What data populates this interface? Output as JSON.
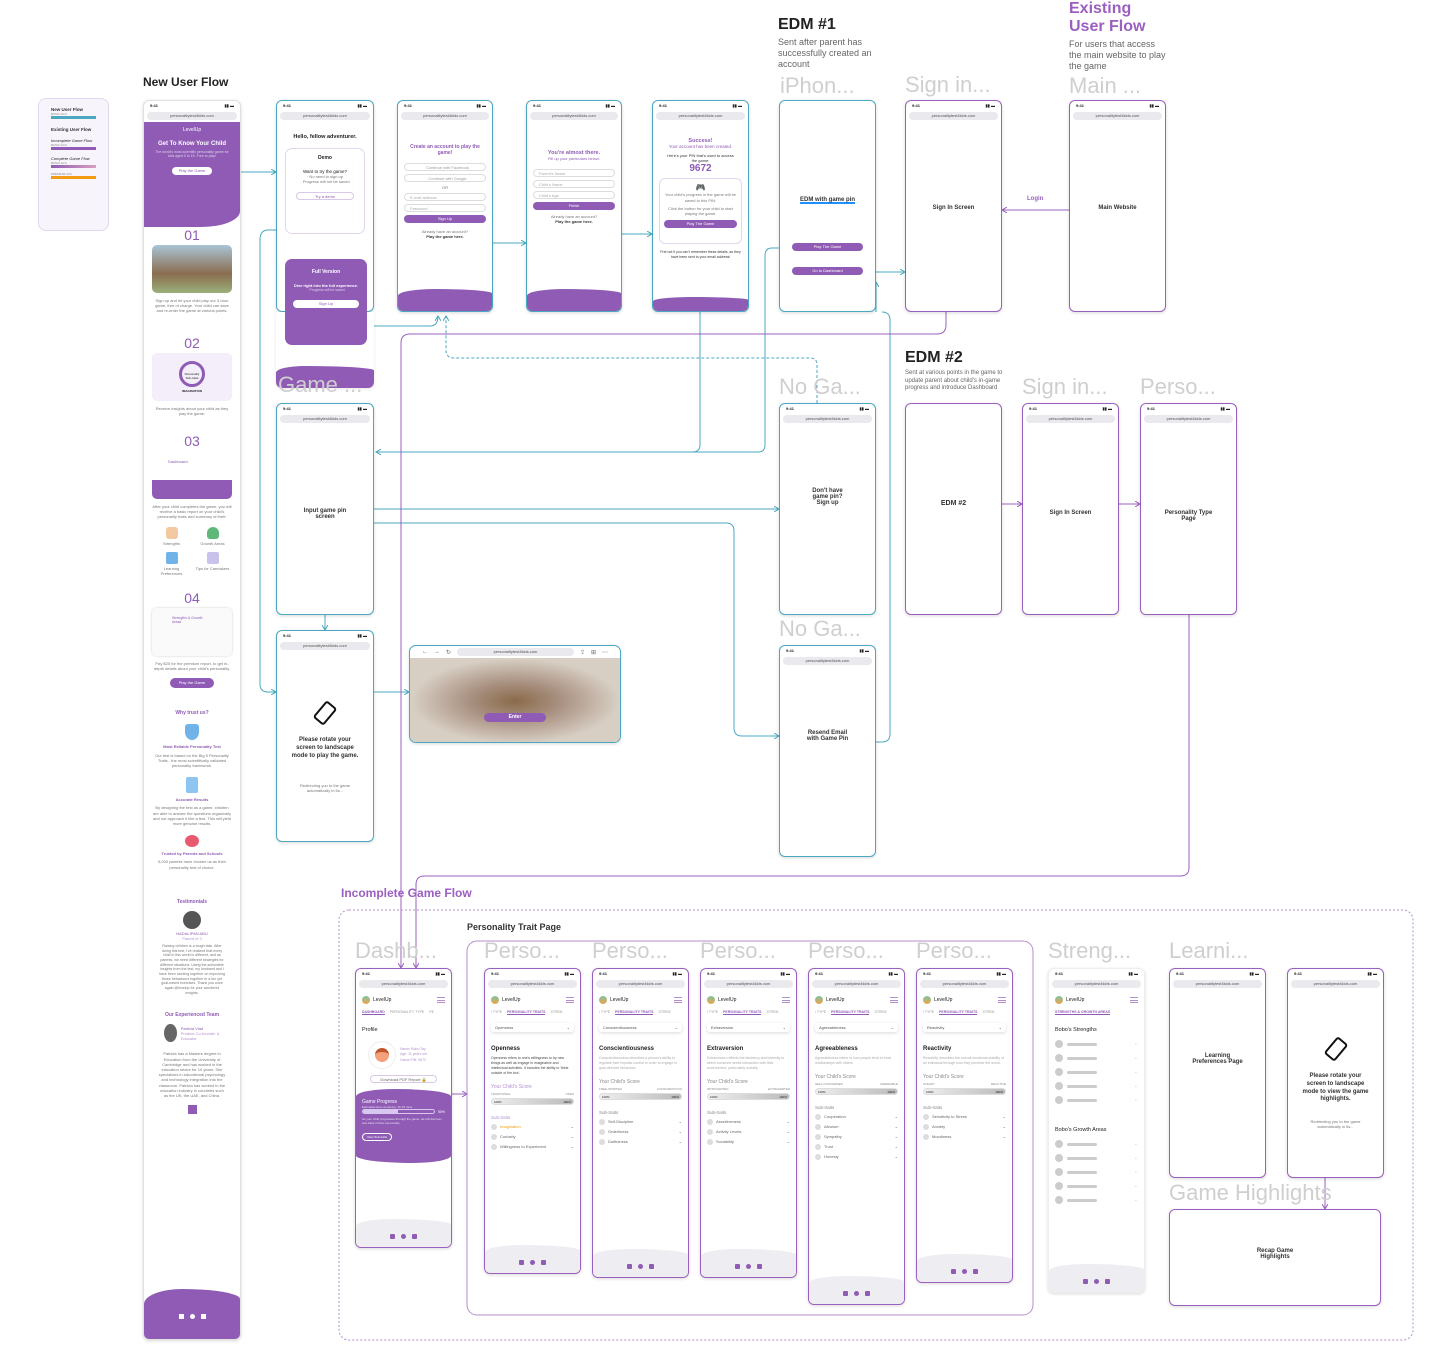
{
  "url": "personalitytest4kids.com",
  "time": "9:41",
  "legend": {
    "items": [
      {
        "label": "New User Flow",
        "sub": "BASIC ACC",
        "color": "#4aa8c0"
      },
      {
        "label": "Existing User Flow",
        "sub": "",
        "color": ""
      },
      {
        "label": "Incomplete Game Flow",
        "sub": "BASIC ACC",
        "color": "#8f5bb5"
      },
      {
        "label": "Complete Game Flow",
        "sub": "BASIC ACC",
        "color": "#8f5bb5"
      },
      {
        "label": "",
        "sub": "PREMIUM ACC",
        "color": "#f39c12"
      }
    ]
  },
  "sections": {
    "new_user_flow": "New User Flow",
    "edm1_title": "EDM #1",
    "edm1_desc": "Sent after parent has successfully created an account",
    "existing_title": "Existing User Flow",
    "existing_desc": "For users that access the main website to play the game",
    "edm2_title": "EDM #2",
    "edm2_desc": "Sent at various points in the game to update parent about child's in-game progress and introduce Dashboard",
    "incomplete_title": "Incomplete Game Flow",
    "trait_page": "Personality Trait Page"
  },
  "ghost_labels": {
    "game": "Game ...",
    "iphone": "iPhon...",
    "signin": "Sign in...",
    "main": "Main ...",
    "noga": "No Ga...",
    "perso": "Perso...",
    "dashb": "Dashb...",
    "streng": "Streng...",
    "learni": "Learni...",
    "highlights": "Game Highlights"
  },
  "landing": {
    "brand": "LevelUp",
    "headline": "Get To Know Your Child",
    "intro": "The world's most scientific personality game for kids aged 5 to 15. Free to play!",
    "cta": "Play the Game",
    "s1": "01",
    "t1": "Sign up and let your child play our 3-hour game, free of charge. Your child can save and re-enter the game at various points.",
    "s2": "02",
    "circle": "Personality Sub-traits",
    "imagination": "IMAGINATION",
    "t2": "Receive insights about your child as they play the game.",
    "s3": "03",
    "dash": "Dashboard",
    "t3": "After your child completes the game, you will receive a basic report on your child's personality traits and summary of their:",
    "icons": [
      "Strengths",
      "Growth Areas",
      "Learning Preferences",
      "Tips for Caretakers"
    ],
    "s4": "04",
    "sga": "Strengths & Growth Areas",
    "t4": "Pay $25 for the premium report, to get in-depth details about your child's personality.",
    "cta2": "Play the Game",
    "why": "Why trust us?",
    "w1": "Most Reliable Personality Test",
    "w1d": "Our test is based on the Big 5 Personality Traits - the most scientifically validated personality framework.",
    "w2": "Accurate Results",
    "w2d": "By designing the test as a game, children are able to answer the questions organically and not approach it like a test. This will yield more genuine results.",
    "w3": "Trusted by Parents and Schools",
    "w3d": "5,000 parents have chosen us as their personality test of choice.",
    "testimonials": "Testimonials",
    "t_name": "NADALIPAN ABU",
    "t_role": "Parent of 3",
    "t_quote": "Raising children is a tough task. After doing this test, I've realized that every child in this world is different, and as parents, we need different strategies for different situations. Using the actionable insights from the test, my husband and I have been working together on improving those behaviours together in a fun yet goal-based exercises. Thank you once again @levelup for your wonderful insights.",
    "team": "Our Experienced Team",
    "m_name": "Patricia Vlad",
    "m_role": "Product Co-founder & Educator",
    "m_bio": "Patricia has a Masters degree in Education from the University of Cambridge and has worked in the education sector for 10 years. She specialises in educational psychology and technology integration into the classroom. Patricia has worked in the education industry in countries such as the UK, the UAE, and China."
  },
  "hello": {
    "title": "Hello, fellow adventurer.",
    "demo": "Demo",
    "demo_q": "Want to try the game?",
    "demo_b1": "· No need to sign up",
    "demo_b2": "· Progress will not be saved",
    "demo_btn": "Try a demo",
    "full": "Full Version",
    "full_d": "Dive right into the full experience.",
    "full_b": "· Progress will be saved",
    "full_btn": "Sign Up"
  },
  "create": {
    "title": "Create an account to play the game!",
    "fb": "Continue with Facebook",
    "google": "Continue with Google",
    "or": "OR",
    "email": "E-mail address",
    "password": "Password",
    "signup": "Sign Up",
    "have": "Already have an account?",
    "play": "Play the game here."
  },
  "almost": {
    "title": "You're almost there.",
    "sub": "Fill up your particulars below:",
    "parent": "Parent's Name",
    "child": "Child's Name",
    "age": "Child's Age",
    "finish": "Finish",
    "have": "Already have an account?",
    "play": "Play the game here."
  },
  "success": {
    "title": "Success!",
    "sub": "Your account has been created.",
    "pin_label": "Here's your PIN that's used to access the game:",
    "pin": "9672",
    "box1": "Your child's progress in the game will be saved to this PIN.",
    "box2": "Click the button for your child to start playing the game.",
    "play": "Play The Game",
    "note": "Fret not if you can't remember these details, as they have been sent to your email address!"
  },
  "edm1": {
    "label": "EDM with game pin",
    "play": "Play The Game",
    "dash": "Go to Dashboard"
  },
  "signin": "Sign In Screen",
  "login": "Login",
  "main_website": "Main Website",
  "pin_screen": "Input game pin screen",
  "rotate": {
    "text": "Please rotate your screen to landscape mode to play the game.",
    "sub": "Redirecting you to the game automatically in 5s..."
  },
  "landscape": {
    "enter": "Enter"
  },
  "nopin": "Don't have game pin? Sign up",
  "resend": "Resend Email with Game Pin",
  "edm2": "EDM #2",
  "ptype": "Personality Type Page",
  "dashboard": {
    "tabs": [
      "DASHBOARD",
      "PERSONALITY TYPE",
      "PE"
    ],
    "profile": "Profile",
    "name": "Name: Bobo Tay",
    "age": "Age: 11 years old",
    "pin": "Game PIN: 9672",
    "pdf": "Download PDF Report",
    "progress": "Game Progress",
    "remaining": "Estimated time remaining: 1h 45 mins",
    "pct": "50%",
    "progress_pct": 50,
    "desc": "As your child progresses through the game, we will discover sub-traits of their personality.",
    "view": "View Sub-traits"
  },
  "traits": [
    {
      "sel": "Openness",
      "title": "Openness",
      "desc": "Openness refers to one's willingness to try new things as well as engage in imaginative and intellectual activities. It includes the ability to 'think outside of the box'.",
      "left": "TRADITIONAL",
      "right": "OPEN",
      "subs": [
        "Imagination",
        "Curiosity",
        "Willingness to Experiment"
      ]
    },
    {
      "sel": "Conscientiousness",
      "title": "Conscientiousness",
      "desc": "Conscientiousness describes a person's ability to regulate their impulse control in order to engage in goal-directed behaviors.",
      "left": "FREE-SPIRITED",
      "right": "CONSCIENTIOUS",
      "subs": [
        "Self-Discipline",
        "Orderliness",
        "Dutifulness"
      ]
    },
    {
      "sel": "Extraversion",
      "title": "Extraversion",
      "desc": "Extraversion reflects the tendency and intensity to which someone seeks interaction with their environment, particularly socially.",
      "left": "INTROVERTED",
      "right": "EXTRAVERTED",
      "subs": [
        "Assertiveness",
        "Activity Levels",
        "Sociability"
      ]
    },
    {
      "sel": "Agreeableness",
      "title": "Agreeableness",
      "desc": "Agreeableness refers to how people tend to treat relationships with others.",
      "left": "SELF-CONCERNED",
      "right": "AGREEABLE",
      "subs": [
        "Cooperation",
        "Altruism",
        "Sympathy",
        "Trust",
        "Honesty"
      ]
    },
    {
      "sel": "Reactivity",
      "title": "Reactivity",
      "desc": "Reactivity describes the overall emotional stability of an individual through how they perceive the world.",
      "left": "STEADY",
      "right": "REACTIVE",
      "subs": [
        "Sensitivity to Stress",
        "Anxiety",
        "Moodiness"
      ]
    }
  ],
  "trait_tabs": [
    "/ TYPE",
    "PERSONALITY TRAITS",
    "STREN"
  ],
  "score_label": "Your Child's Score",
  "subtraits_label": "Sub-traits",
  "score_l": "100%",
  "score_r": "100%",
  "strengths": {
    "tab": "STRENGTHS & GROWTH AREAS",
    "s": "Bobo's Strengths",
    "g": "Bobo's Growth Areas"
  },
  "learning": "Learning Preferences Page",
  "rotate2": {
    "text": "Please rotate your screen to landscape mode to view the game highlights.",
    "sub": "Redirecting you to the game automatically in 5s..."
  },
  "recap": "Recap Game Highlights"
}
